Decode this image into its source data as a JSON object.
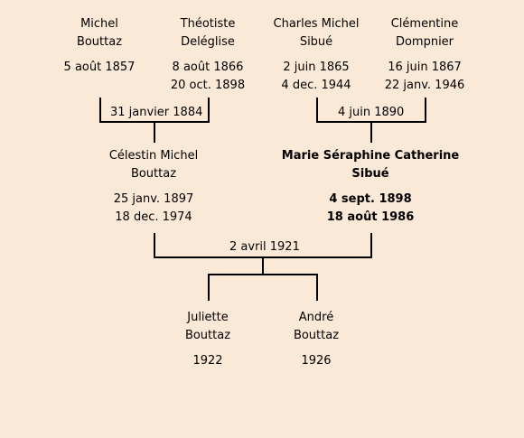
{
  "people": {
    "p1": {
      "name1": "Michel",
      "name2": "Bouttaz",
      "date1": "5 août 1857",
      "date2": ""
    },
    "p2": {
      "name1": "Théotiste",
      "name2": "Deléglise",
      "date1": "8 août 1866",
      "date2": "20 oct. 1898"
    },
    "p3": {
      "name1": "Charles Michel",
      "name2": "Sibué",
      "date1": "2 juin 1865",
      "date2": "4 dec. 1944"
    },
    "p4": {
      "name1": "Clémentine",
      "name2": "Dompnier",
      "date1": "16 juin 1867",
      "date2": "22 janv. 1946"
    },
    "p5": {
      "name1": "Célestin Michel",
      "name2": "Bouttaz",
      "date1": "25 janv. 1897",
      "date2": "18 dec. 1974"
    },
    "p6": {
      "name1": "Marie Séraphine Catherine",
      "name2": "Sibué",
      "date1": "4 sept. 1898",
      "date2": "18 août 1986"
    },
    "p7": {
      "name1": "Juliette",
      "name2": "Bouttaz",
      "date1": "1922",
      "date2": ""
    },
    "p8": {
      "name1": "André",
      "name2": "Bouttaz",
      "date1": "1926",
      "date2": ""
    }
  },
  "marriages": {
    "m1": "31 janvier 1884",
    "m2": "4 juin 1890",
    "m3": "2 avril 1921"
  }
}
